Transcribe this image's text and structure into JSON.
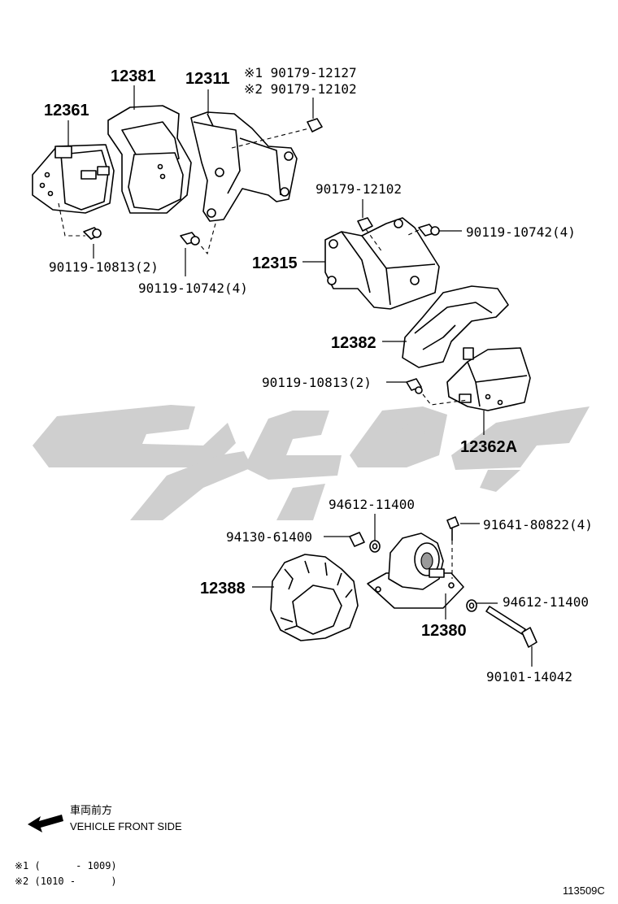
{
  "labels": {
    "p12381": "12381",
    "p12311": "12311",
    "p12361": "12361",
    "n1_90179_12127": "※1 90179-12127",
    "n2_90179_12102": "※2 90179-12102",
    "p90119_10813_a": "90119-10813(2)",
    "p90119_10742_a": "90119-10742(4)",
    "p90179_12102": "90179-12102",
    "p90119_10742_b": "90119-10742(4)",
    "p12315": "12315",
    "p12382": "12382",
    "p90119_10813_b": "90119-10813(2)",
    "p12362A": "12362A",
    "p94612_11400_a": "94612-11400",
    "p94130_61400": "94130-61400",
    "p91641_80822": "91641-80822(4)",
    "p12388": "12388",
    "p94612_11400_b": "94612-11400",
    "p12380": "12380",
    "p90101_14042": "90101-14042"
  },
  "front_side": {
    "japanese": "車両前方",
    "english": "VEHICLE FRONT SIDE"
  },
  "footnotes": {
    "note1": "※1 (      - 1009)",
    "note2": "※2 (1010 -      )"
  },
  "figure_id": "113509C",
  "colors": {
    "ink": "#000000",
    "watermark": "#cfcfcf",
    "shade": "#9a9a9a"
  }
}
